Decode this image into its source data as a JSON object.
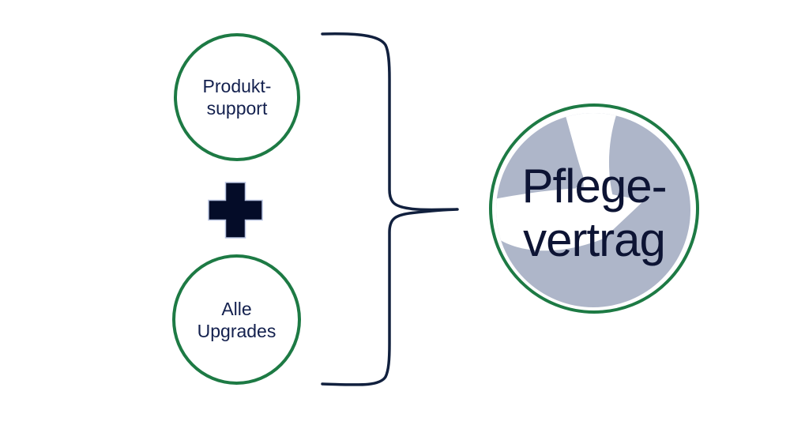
{
  "colors": {
    "green": "#1d7a44",
    "navy": "#13204e",
    "dark_navy": "#0d1434",
    "plus": "#040c28",
    "plus_edge": "#b9c4e0",
    "brace": "#11203e",
    "gray_blue": "#aeb6c9",
    "canvas": "#ffffff"
  },
  "diagram": {
    "component_circle_top": {
      "line1": "Produkt-",
      "line2": "support"
    },
    "operator": {
      "name": "plus"
    },
    "component_circle_bottom": {
      "line1": "Alle",
      "line2": "Upgrades"
    },
    "result_circle": {
      "line1": "Pflege-",
      "line2": "vertrag"
    }
  }
}
